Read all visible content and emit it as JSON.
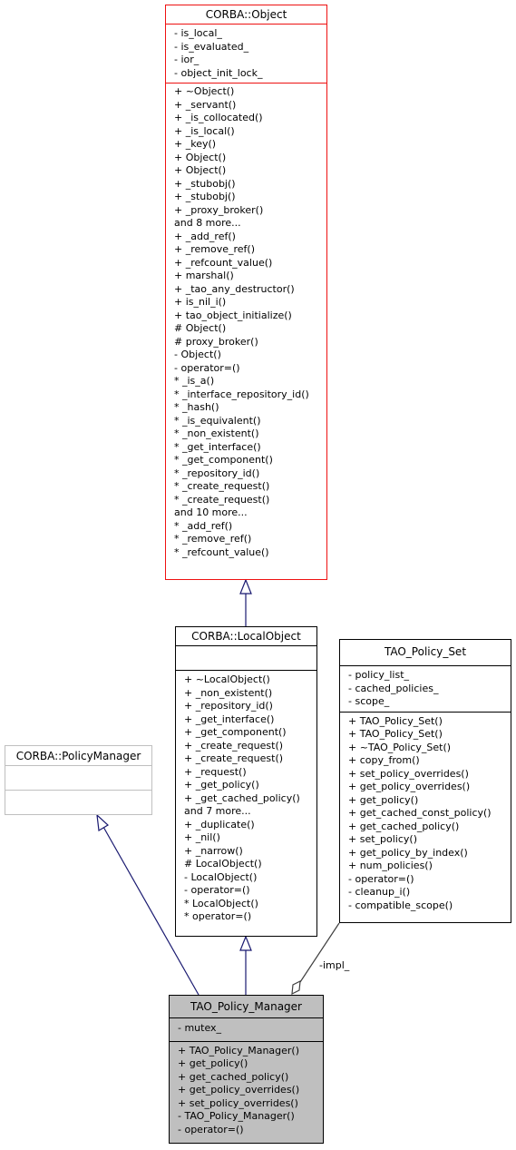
{
  "classes": {
    "corba_object": {
      "name": "CORBA::Object",
      "attributes": [
        "- is_local_",
        "- is_evaluated_",
        "- ior_",
        "- object_init_lock_"
      ],
      "operations": [
        "+ ~Object()",
        "+ _servant()",
        "+ _is_collocated()",
        "+ _is_local()",
        "+ _key()",
        "+ Object()",
        "+ Object()",
        "+ _stubobj()",
        "+ _stubobj()",
        "+ _proxy_broker()",
        "and 8 more...",
        "+ _add_ref()",
        "+ _remove_ref()",
        "+ _refcount_value()",
        "+ marshal()",
        "+ _tao_any_destructor()",
        "+ is_nil_i()",
        "+ tao_object_initialize()",
        "# Object()",
        "# proxy_broker()",
        "- Object()",
        "- operator=()",
        "* _is_a()",
        "* _interface_repository_id()",
        "* _hash()",
        "* _is_equivalent()",
        "* _non_existent()",
        "* _get_interface()",
        "* _get_component()",
        "* _repository_id()",
        "* _create_request()",
        "* _create_request()",
        "and 10 more...",
        "* _add_ref()",
        "* _remove_ref()",
        "* _refcount_value()"
      ]
    },
    "local_object": {
      "name": "CORBA::LocalObject",
      "attributes": [],
      "operations": [
        "+ ~LocalObject()",
        "+ _non_existent()",
        "+ _repository_id()",
        "+ _get_interface()",
        "+ _get_component()",
        "+ _create_request()",
        "+ _create_request()",
        "+ _request()",
        "+ _get_policy()",
        "+ _get_cached_policy()",
        "and 7 more...",
        "+ _duplicate()",
        "+ _nil()",
        "+ _narrow()",
        "# LocalObject()",
        "- LocalObject()",
        "- operator=()",
        "* LocalObject()",
        "* operator=()"
      ]
    },
    "policy_manager": {
      "name": "CORBA::PolicyManager",
      "attributes": [],
      "operations": []
    },
    "policy_set": {
      "name": "TAO_Policy_Set",
      "attributes": [
        "- policy_list_",
        "- cached_policies_",
        "- scope_"
      ],
      "operations": [
        "+ TAO_Policy_Set()",
        "+ TAO_Policy_Set()",
        "+ ~TAO_Policy_Set()",
        "+ copy_from()",
        "+ set_policy_overrides()",
        "+ get_policy_overrides()",
        "+ get_policy()",
        "+ get_cached_const_policy()",
        "+ get_cached_policy()",
        "+ set_policy()",
        "+ get_policy_by_index()",
        "+ num_policies()",
        "- operator=()",
        "- cleanup_i()",
        "- compatible_scope()"
      ]
    },
    "policy_manager_impl": {
      "name": "TAO_Policy_Manager",
      "attributes": [
        "- mutex_"
      ],
      "operations": [
        "+ TAO_Policy_Manager()",
        "+ get_policy()",
        "+ get_cached_policy()",
        "+ get_policy_overrides()",
        "+ set_policy_overrides()",
        "- TAO_Policy_Manager()",
        "- operator=()"
      ]
    }
  },
  "edges": {
    "impl_label": "-impl_"
  }
}
